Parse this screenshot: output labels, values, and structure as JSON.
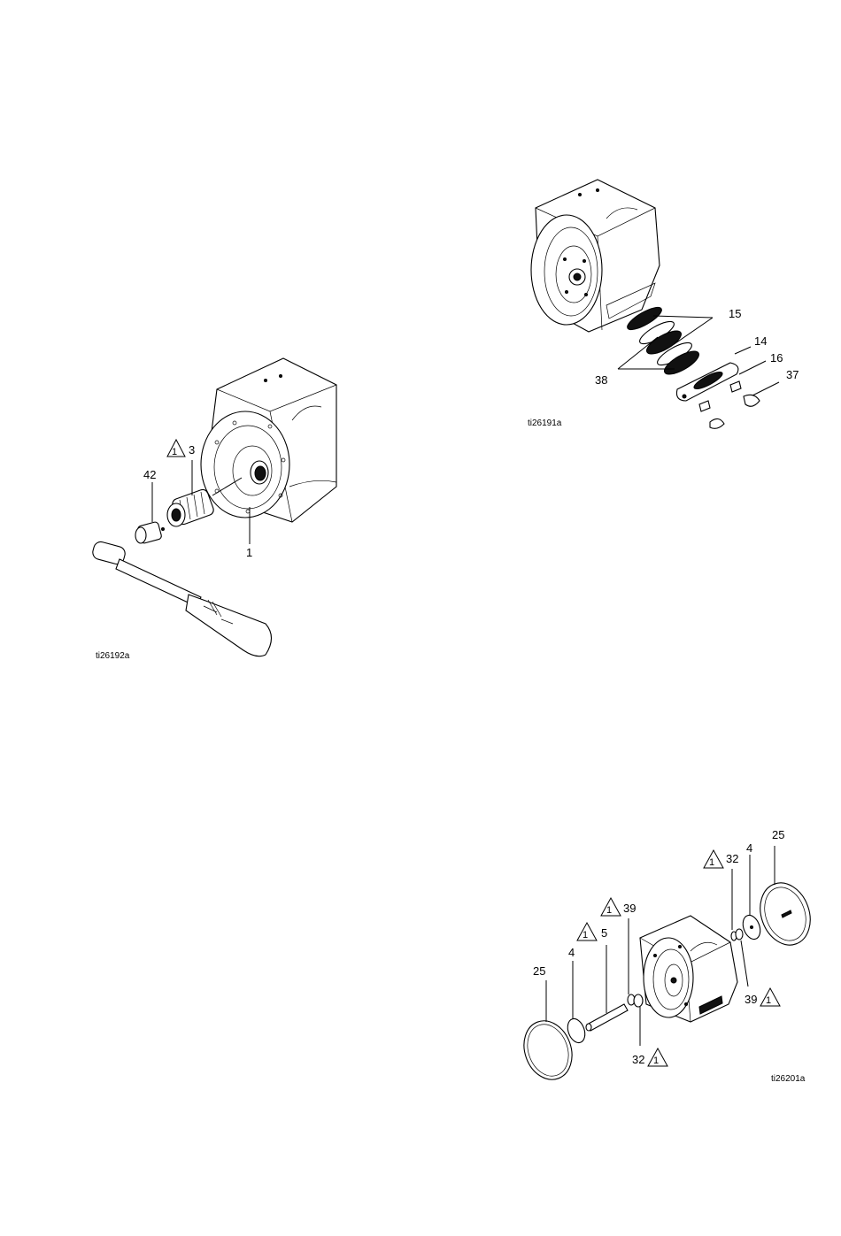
{
  "figures": [
    {
      "id": "ti26192a",
      "tag": "ti26192a",
      "callouts": [
        "1",
        "3",
        "42"
      ],
      "warning_refs": [
        "1"
      ]
    },
    {
      "id": "ti26191a",
      "tag": "ti26191a",
      "callouts": [
        "14",
        "15",
        "16",
        "37",
        "38"
      ],
      "warning_refs": []
    },
    {
      "id": "ti26201a",
      "tag": "ti26201a",
      "callouts": [
        "25",
        "4",
        "32",
        "39",
        "5",
        "25",
        "4",
        "39",
        "32"
      ],
      "warning_refs": [
        "1",
        "1",
        "1",
        "1",
        "1"
      ]
    }
  ]
}
